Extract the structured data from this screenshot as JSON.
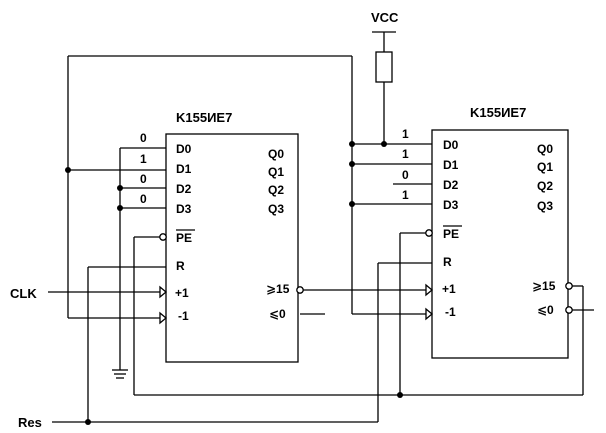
{
  "power": {
    "label": "VCC"
  },
  "inputs": {
    "clk": "CLK",
    "reset": "Res"
  },
  "ground_level_labels": [
    "0",
    "1",
    "0",
    "0"
  ],
  "high_level_labels": [
    "1",
    "1",
    "0",
    "1"
  ],
  "chips": [
    {
      "name": "K155ИЕ7",
      "inputs": [
        "D0",
        "D1",
        "D2",
        "D3",
        "PE",
        "R",
        "+1",
        "-1"
      ],
      "outputs": [
        "Q0",
        "Q1",
        "Q2",
        "Q3",
        "⩾15",
        "⩽0"
      ]
    },
    {
      "name": "K155ИЕ7",
      "inputs": [
        "D0",
        "D1",
        "D2",
        "D3",
        "PE",
        "R",
        "+1",
        "-1"
      ],
      "outputs": [
        "Q0",
        "Q1",
        "Q2",
        "Q3",
        "⩾15",
        "⩽0"
      ]
    }
  ]
}
